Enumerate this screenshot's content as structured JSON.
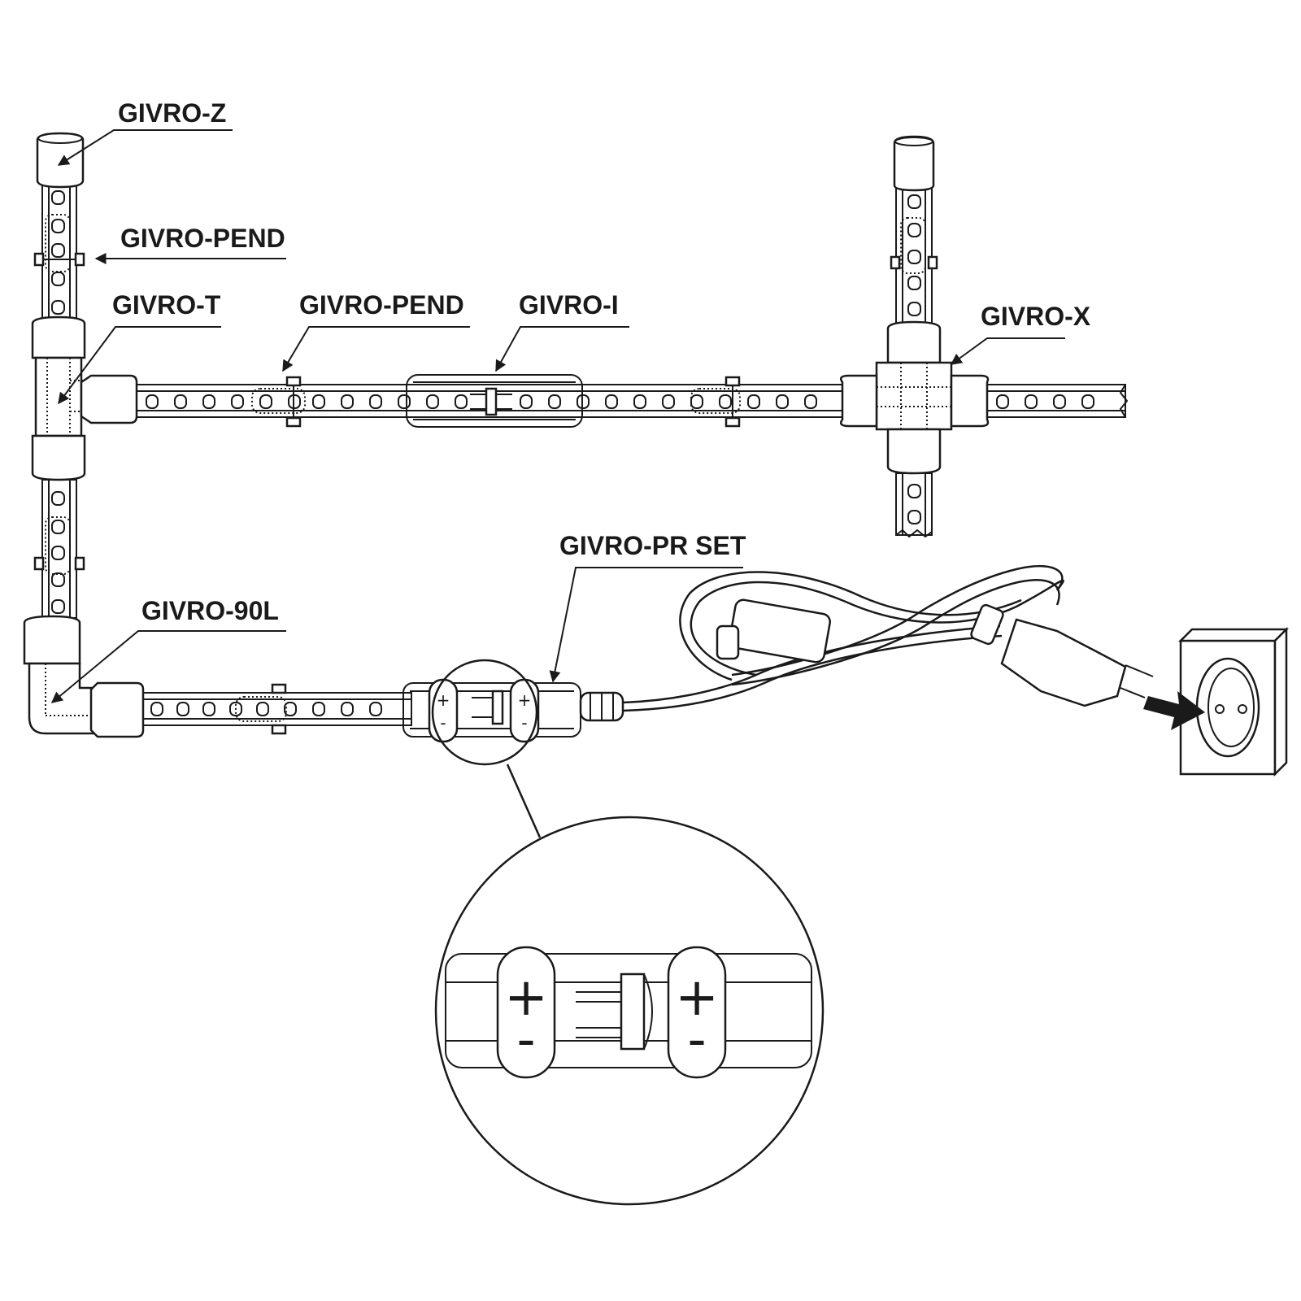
{
  "labels": {
    "givro_z": "GIVRO-Z",
    "givro_pend_vertical": "GIVRO-PEND",
    "givro_t": "GIVRO-T",
    "givro_pend_horizontal": "GIVRO-PEND",
    "givro_i": "GIVRO-I",
    "givro_x": "GIVRO-X",
    "givro_pr_set": "GIVRO-PR SET",
    "givro_90l": "GIVRO-90L"
  },
  "polarity": {
    "plus": "+",
    "minus": "-"
  },
  "colors": {
    "line": "#1a1a1a",
    "background": "#ffffff"
  }
}
